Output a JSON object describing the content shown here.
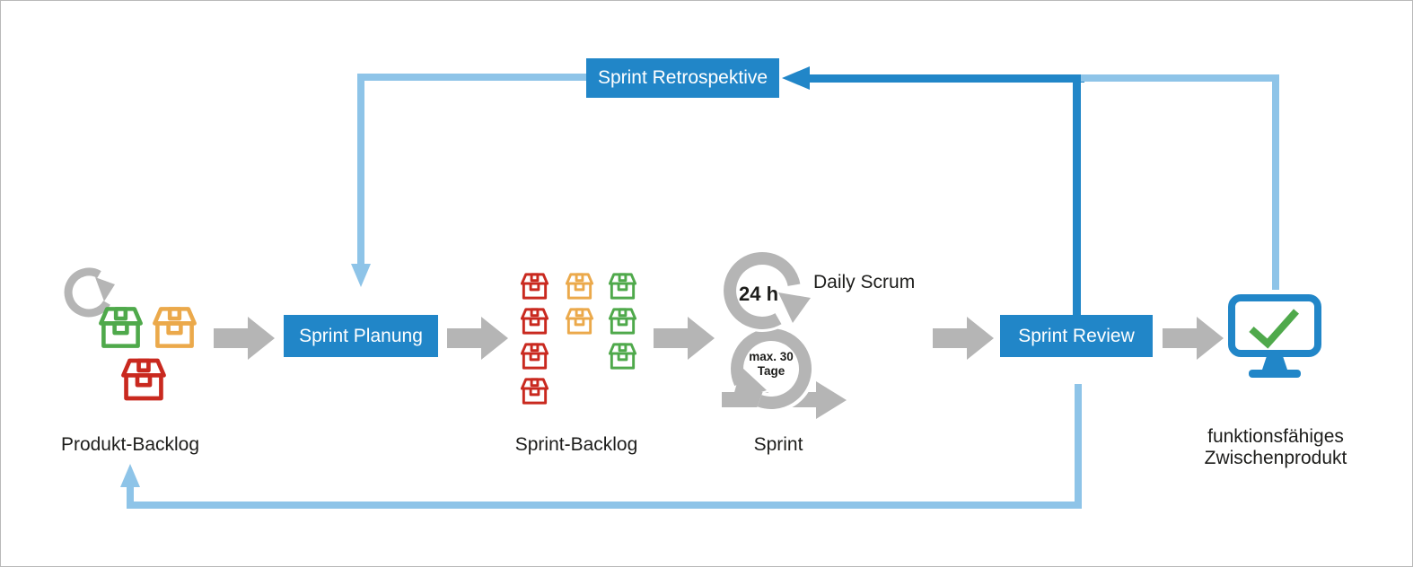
{
  "nodes": {
    "retrospective": {
      "label": "Sprint Retrospektive"
    },
    "planning": {
      "label": "Sprint Planung"
    },
    "review": {
      "label": "Sprint Review"
    }
  },
  "labels": {
    "product_backlog": "Produkt-Backlog",
    "sprint_backlog": "Sprint-Backlog",
    "sprint": "Sprint",
    "daily_scrum": "Daily Scrum",
    "daily_duration": "24 h",
    "sprint_duration_line1": "max. 30",
    "sprint_duration_line2": "Tage",
    "result_line1": "funktionsfähiges",
    "result_line2": "Zwischenprodukt"
  },
  "icons": {
    "refresh": "refresh-icon",
    "package": "package-icon",
    "flow_arrow": "flow-arrow-icon",
    "sprint_loop": "sprint-loop-icon",
    "monitor_check": "monitor-check-icon"
  },
  "colors": {
    "blue": "#2186c8",
    "light_blue": "#8ec4e8",
    "gray": "#b5b5b5",
    "green": "#4fa94b",
    "orange": "#eba94b",
    "red": "#c9291f",
    "text": "#1d1d1b"
  }
}
